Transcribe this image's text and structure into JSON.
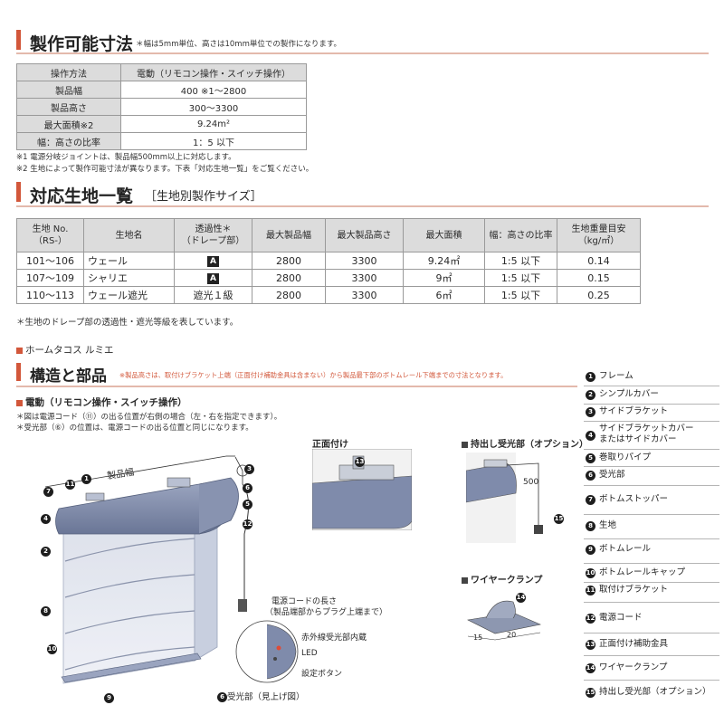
{
  "section1": {
    "title": "製作可能寸法",
    "note": "＊幅は5mm単位、高さは10mm単位での製作になります。",
    "rows": [
      {
        "label": "操作方法",
        "value": "電動（リモコン操作・スイッチ操作）"
      },
      {
        "label": "製品幅",
        "value": "400 ※1～2800"
      },
      {
        "label": "製品高さ",
        "value": "300～3300"
      },
      {
        "label": "最大面積※2",
        "value": "9.24m²"
      },
      {
        "label": "幅：高さの比率",
        "value": "1：5 以下"
      }
    ],
    "footnotes": [
      "※1 電源分岐ジョイントは、製品幅500mm以上に対応します。",
      "※2 生地によって製作可能寸法が異なります。下表「対応生地一覧」をご覧ください。"
    ]
  },
  "section2": {
    "title": "対応生地一覧",
    "subtitle": "［生地別製作サイズ］",
    "headers": [
      "生地 No.\n（RS-）",
      "生地名",
      "透過性＊\n（ドレープ部）",
      "最大製品幅",
      "最大製品高さ",
      "最大面積",
      "幅：高さの比率",
      "生地重量目安\n（kg/㎡）"
    ],
    "rows": [
      [
        "101～106",
        "ウェール",
        "A",
        "2800",
        "3300",
        "9.24㎡",
        "1:5 以下",
        "0.14"
      ],
      [
        "107～109",
        "シャリエ",
        "A",
        "2800",
        "3300",
        "9㎡",
        "1:5 以下",
        "0.15"
      ],
      [
        "110～113",
        "ウェール遮光",
        "遮光１級",
        "2800",
        "3300",
        "6㎡",
        "1:5 以下",
        "0.25"
      ]
    ],
    "footnote": "＊生地のドレープ部の透過性・遮光等級を表しています。"
  },
  "brand": "ホームタコス ルミエ",
  "section3": {
    "title": "構造と部品",
    "note": "※製品高さは、取付けブラケット上端（正面付け補助金具は含まない）から製品最下部のボトムレール下端までの寸法となります。",
    "subhead": "電動（リモコン操作・スイッチ操作）",
    "notes": [
      "＊図は電源コード（⑪）の出る位置が右側の場合（左・右を指定できます）。",
      "＊受光部（⑥）の位置は、電源コードの出る位置と同じになります。"
    ],
    "diagram": {
      "width_label": "製品幅",
      "cord_label_1": "電源コードの長さ",
      "cord_label_2": "（製品端部からプラグ上端まで）",
      "ir_label": "赤外線受光部内蔵",
      "led_label": "LED",
      "setting_label": "設定ボタン",
      "receiver_caption": "受光部（見上げ図）",
      "front_mount_title": "正面付け",
      "extended_title": "持出し受光部（オプション）",
      "extended_dim": "500",
      "clamp_title": "ワイヤークランプ",
      "clamp_dim_1": "15",
      "clamp_dim_2": "20"
    }
  },
  "parts": [
    {
      "n": "1",
      "label": "フレーム"
    },
    {
      "n": "2",
      "label": "シンプルカバー"
    },
    {
      "n": "3",
      "label": "サイドブラケット"
    },
    {
      "n": "4",
      "label": "サイドブラケットカバー\nまたはサイドカバー"
    },
    {
      "n": "5",
      "label": "巻取りパイプ"
    },
    {
      "n": "6",
      "label": "受光部"
    },
    {
      "n": "7",
      "label": "ボトムストッパー"
    },
    {
      "n": "8",
      "label": "生地"
    },
    {
      "n": "9",
      "label": "ボトムレール"
    },
    {
      "n": "10",
      "label": "ボトムレールキャップ"
    },
    {
      "n": "11",
      "label": "取付けブラケット"
    },
    {
      "n": "12",
      "label": "電源コード"
    },
    {
      "n": "13",
      "label": "正面付け補助金具"
    },
    {
      "n": "14",
      "label": "ワイヤークランプ"
    },
    {
      "n": "15",
      "label": "持出し受光部（オプション）"
    }
  ],
  "colors": {
    "accent": "#d2573a",
    "table_header": "#dcdcdc",
    "product_blue": "#7f8bab"
  }
}
